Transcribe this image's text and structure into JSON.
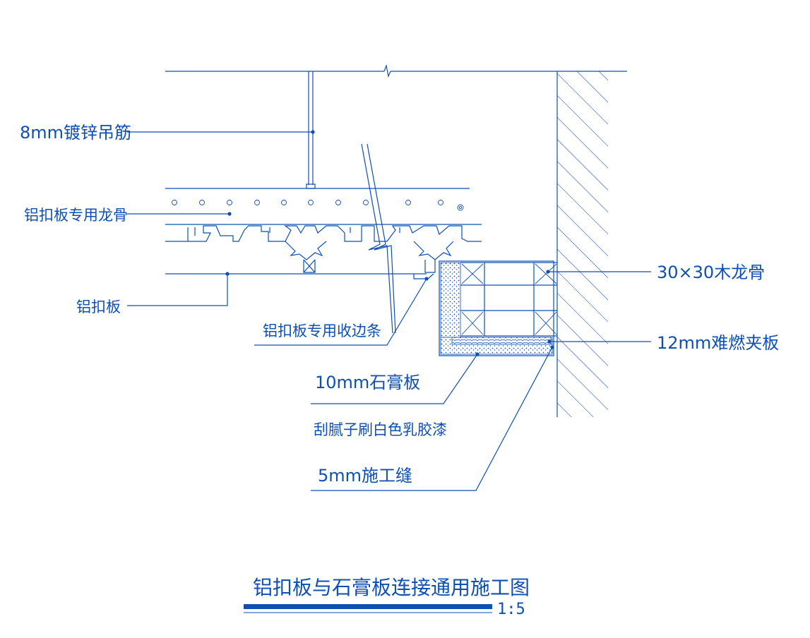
{
  "title": "铝扣板与石膏板连接通用施工图",
  "scale": "1:5",
  "colors": {
    "line": "#0d4fb5",
    "background": "#ffffff"
  },
  "labels": {
    "hanger": "8mm镀锌吊筋",
    "keel": "铝扣板专用龙骨",
    "panel": "铝扣板",
    "edge_strip": "铝扣板专用收边条",
    "gypsum": "10mm石膏板",
    "paint": "刮腻子刷白色乳胶漆",
    "gap": "5mm施工缝",
    "wood_keel": "30×30木龙骨",
    "fire_board": "12mm难燃夹板"
  }
}
